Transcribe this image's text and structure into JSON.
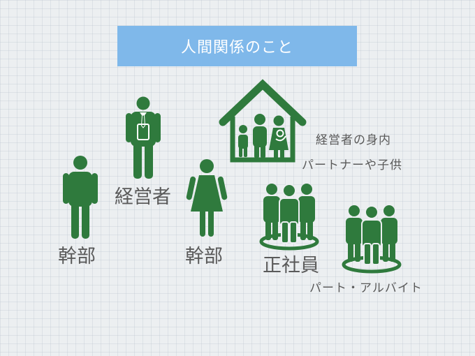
{
  "title": "人間関係のこと",
  "labels": {
    "manager_left": "幹部",
    "owner": "経営者",
    "manager_right": "幹部",
    "family": "経営者の身内",
    "family_sub": "パートナーや子供",
    "employees": "正社員",
    "part_time": "パート・アルバイト"
  },
  "colors": {
    "figure": "#2f7a3d",
    "banner": "#7fb8ea",
    "background": "#eceff1"
  },
  "icons": [
    "man-icon",
    "businessman-icon",
    "woman-icon",
    "family-house-icon",
    "employees-group-icon",
    "part-time-group-icon"
  ]
}
